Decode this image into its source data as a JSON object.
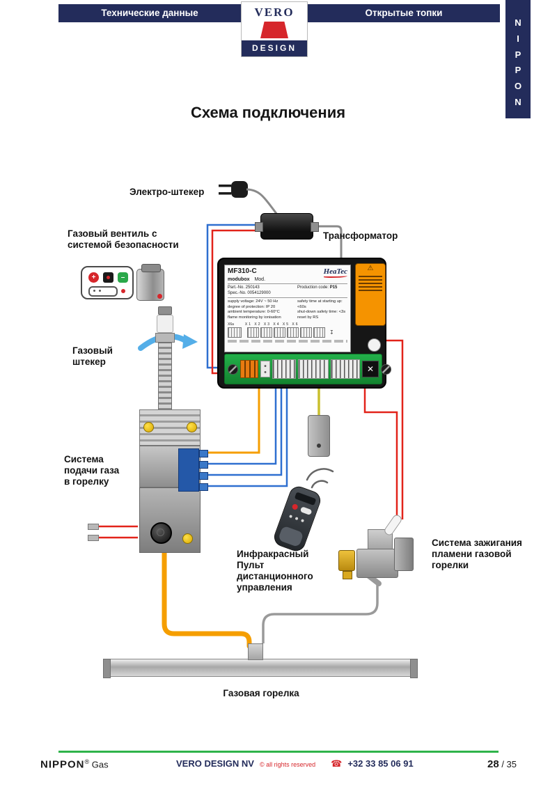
{
  "header": {
    "left_tab": "Технические данные",
    "right_tab": "Открытые топки",
    "logo": {
      "top": "VERO",
      "bottom": "DESIGN"
    },
    "vertical_brand": "N\nI\nP\nP\nO\nN"
  },
  "title": "Схема подключения",
  "diagram": {
    "labels": {
      "electro_plug": "Электро-штекер",
      "transformer": "Трансформатор",
      "gas_valve_safety": "Газовый вентиль с\nсистемой безопасности",
      "gas_plug": "Газовый\nштекер",
      "gas_supply": "Система\nподачи газа\nв горелку",
      "remote": "Инфракрасный\nПульт\nдистанционного\nуправления",
      "ignition": "Система зажигания\nпламени газовой\nгорелки",
      "burner": "Газовая горелка"
    },
    "control_box": {
      "model": "MF310-C",
      "series": "modubox",
      "mod": "Mod.",
      "brand": "HeaTec",
      "part_no": "Part.-No. 250143",
      "spec_no": "Spec.-No. 0054129000",
      "production_code_label": "Production code:",
      "production_code": "P15",
      "spec_left_1": "supply voltage: 24V ~ 50 Hz",
      "spec_left_2": "degree of protection: IP 20",
      "spec_left_3": "ambient temperature: 0-60°C",
      "spec_left_4": "flame monitoring by ionisation",
      "spec_right_1": "safety time at starting up: <60s",
      "spec_right_2": "shut-down safety time: <3s",
      "spec_right_3": "reset by RS",
      "terminal_left": "X6a",
      "terminal_row": "X1 X2  X3  X4  X5  X6"
    }
  },
  "icons": {
    "warning": "⚠",
    "phone": "☎",
    "x_connector": "✕",
    "plus": "+",
    "minus": "–"
  },
  "footer": {
    "brand_left": "NIPPON",
    "reg_mark": "®",
    "brand_left_suffix": " Gas",
    "company": "VERO DESIGN NV",
    "rights": "© all rights reserved",
    "phone": "+32 33 85 06 91",
    "page_number": "28",
    "page_total": "/ 35"
  },
  "colors": {
    "navy": "#232c5b",
    "red": "#d6262b",
    "green": "#2eb34a",
    "orange_wire": "#f59e00",
    "blue_wire": "#2e6fd0"
  }
}
